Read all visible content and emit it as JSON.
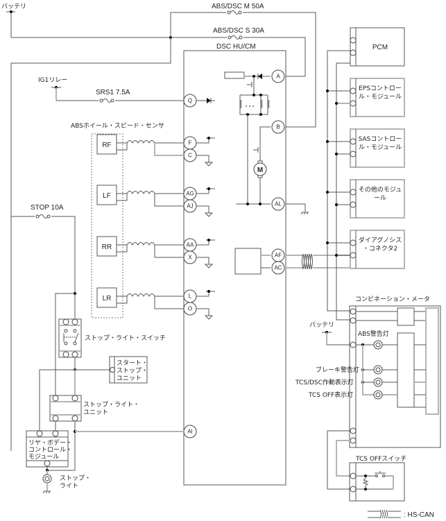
{
  "labels": {
    "battery_top": "バッテリ",
    "fuse_abs_m": "ABS/DSC M 50A",
    "fuse_abs_s": "ABS/DSC S 30A",
    "dsc_module": "DSC HU/CM",
    "ig1_relay": "IG1リレー",
    "fuse_srs": "SRS1 7.5A",
    "wheel_sensor_group": "ABSホイール・スピード・センサ",
    "fuse_stop": "STOP 10A",
    "stop_light_switch": "ストップ・ライト・スイッチ",
    "start_stop_unit": [
      "スタート・",
      "ストップ・",
      "ユニット"
    ],
    "stop_light_unit": [
      "ストップ・ライト・",
      "ユニット"
    ],
    "rear_body_module": [
      "リヤ・ボデー・",
      "コントロール・",
      "モジュール"
    ],
    "stop_light": [
      "ストップ・",
      "ライト"
    ],
    "combination_meter": "コンビネーション・メータ",
    "battery_meter": "バッテリ",
    "abs_warning": "ABS警告灯",
    "brake_warning": "ブレーキ警告灯",
    "tcs_dsc_indicator": "TCS/DSC作動表示灯",
    "tcs_off_indicator": "TCS OFF表示灯",
    "tcs_off_switch": "TCS OFFスイッチ",
    "legend_hscan": ": HS-CAN",
    "motor": "M"
  },
  "sensors": [
    "RF",
    "LF",
    "RR",
    "LR"
  ],
  "pins": {
    "A": "A",
    "Q": "Q",
    "B": "B",
    "F": "F",
    "C": "C",
    "AG": "AG",
    "AJ": "AJ",
    "AL": "AL",
    "AA": "AA",
    "X": "X",
    "AF": "AF",
    "AC": "AC",
    "L": "L",
    "O": "O",
    "AI": "AI"
  },
  "can_modules": [
    {
      "name": "PCM",
      "lines": [
        "PCM"
      ]
    },
    {
      "name": "EPS",
      "lines": [
        "EPSコントロー",
        "ル・モジュール"
      ]
    },
    {
      "name": "SAS",
      "lines": [
        "SASコントロー",
        "ル・モジュール"
      ]
    },
    {
      "name": "other",
      "lines": [
        "その他のモジュ",
        "ール"
      ]
    },
    {
      "name": "dlc2",
      "lines": [
        "ダイアグノシス",
        "・コネクタ2"
      ]
    }
  ]
}
